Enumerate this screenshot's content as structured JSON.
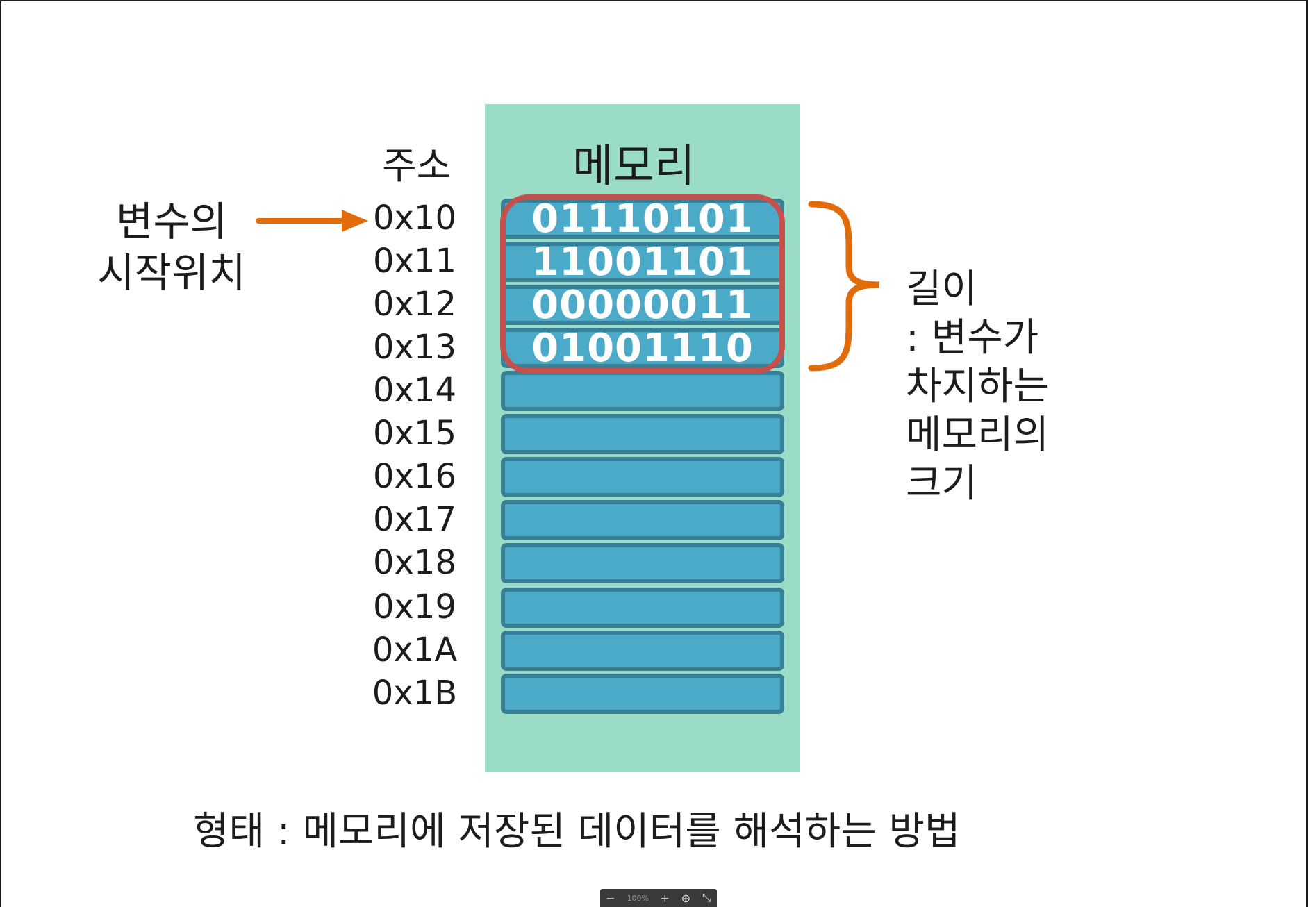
{
  "diagram": {
    "address_header": "주소",
    "memory_header": "메모리",
    "start_label": [
      "변수의",
      "시작위치"
    ],
    "length_label": [
      "길이",
      ": 변수가",
      "차지하는",
      "메모리의",
      "크기"
    ],
    "footer": "형태 : 메모리에 저장된 데이터를 해석하는 방법",
    "addresses": [
      "0x10",
      "0x11",
      "0x12",
      "0x13",
      "0x14",
      "0x15",
      "0x16",
      "0x17",
      "0x18",
      "0x19",
      "0x1A",
      "0x1B"
    ],
    "cells": [
      "01110101",
      "11001101",
      "00000011",
      "01001110",
      "",
      "",
      "",
      "",
      "",
      "",
      "",
      ""
    ],
    "colors": {
      "panel": "#9bdcc6",
      "cell": "#4aaac7",
      "cell_border": "#367f95",
      "highlight": "#c6504c",
      "arrow": "#e36c0a"
    }
  },
  "viewer": {
    "zoom_level": "100%",
    "icons": [
      "zoom-out-icon",
      "zoom-in-icon",
      "fit-icon",
      "fullscreen-icon"
    ]
  }
}
